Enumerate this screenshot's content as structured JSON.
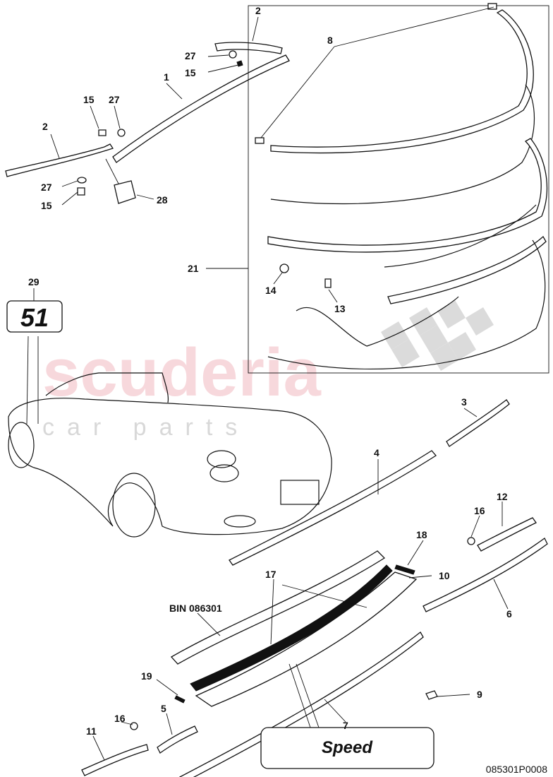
{
  "watermark": {
    "brand": "scuderia",
    "tagline": "car parts"
  },
  "drawing_code": "085301P0008",
  "bin_label": "BIN 086301",
  "badge_51": "51",
  "speed_plate": "Speed",
  "callouts": [
    {
      "id": "c1",
      "text": "1"
    },
    {
      "id": "c2a",
      "text": "2"
    },
    {
      "id": "c2b",
      "text": "2"
    },
    {
      "id": "c3",
      "text": "3"
    },
    {
      "id": "c4",
      "text": "4"
    },
    {
      "id": "c5",
      "text": "5"
    },
    {
      "id": "c6",
      "text": "6"
    },
    {
      "id": "c7",
      "text": "7"
    },
    {
      "id": "c8",
      "text": "8"
    },
    {
      "id": "c9",
      "text": "9"
    },
    {
      "id": "c10",
      "text": "10"
    },
    {
      "id": "c11",
      "text": "11"
    },
    {
      "id": "c12",
      "text": "12"
    },
    {
      "id": "c13",
      "text": "13"
    },
    {
      "id": "c14",
      "text": "14"
    },
    {
      "id": "c15a",
      "text": "15"
    },
    {
      "id": "c15b",
      "text": "15"
    },
    {
      "id": "c15c",
      "text": "15"
    },
    {
      "id": "c16a",
      "text": "16"
    },
    {
      "id": "c16b",
      "text": "16"
    },
    {
      "id": "c17",
      "text": "17"
    },
    {
      "id": "c18",
      "text": "18"
    },
    {
      "id": "c19",
      "text": "19"
    },
    {
      "id": "c21",
      "text": "21"
    },
    {
      "id": "c27a",
      "text": "27"
    },
    {
      "id": "c27b",
      "text": "27"
    },
    {
      "id": "c27c",
      "text": "27"
    },
    {
      "id": "c28",
      "text": "28"
    },
    {
      "id": "c29",
      "text": "29"
    }
  ]
}
